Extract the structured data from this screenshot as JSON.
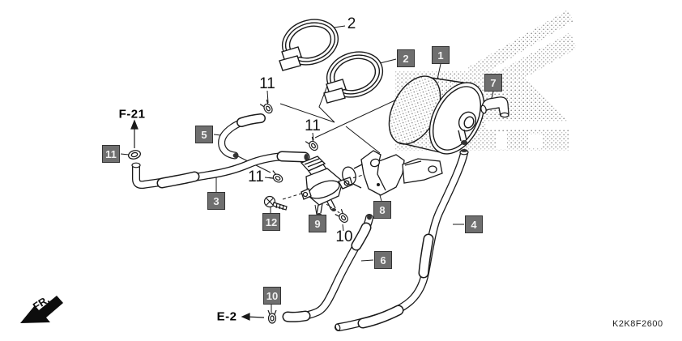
{
  "diagram": {
    "code": "K2K8F2600",
    "front_direction_label": "FR.",
    "reference_links": [
      {
        "label": "F-21"
      },
      {
        "label": "E-2"
      }
    ],
    "callouts": {
      "boxed": [
        {
          "label": "1"
        },
        {
          "label": "2"
        },
        {
          "label": "3"
        },
        {
          "label": "4"
        },
        {
          "label": "5"
        },
        {
          "label": "6"
        },
        {
          "label": "7"
        },
        {
          "label": "8"
        },
        {
          "label": "9"
        },
        {
          "label": "10"
        },
        {
          "label": "11"
        },
        {
          "label": "12"
        }
      ],
      "plain": [
        {
          "label": "2"
        },
        {
          "label": "11"
        },
        {
          "label": "11"
        },
        {
          "label": "11"
        },
        {
          "label": "10"
        }
      ]
    },
    "colors": {
      "callout_background": "#6f6f6f",
      "callout_border": "#333333",
      "callout_text": "#f0f0f0",
      "line_color": "#1a1a1a"
    }
  }
}
